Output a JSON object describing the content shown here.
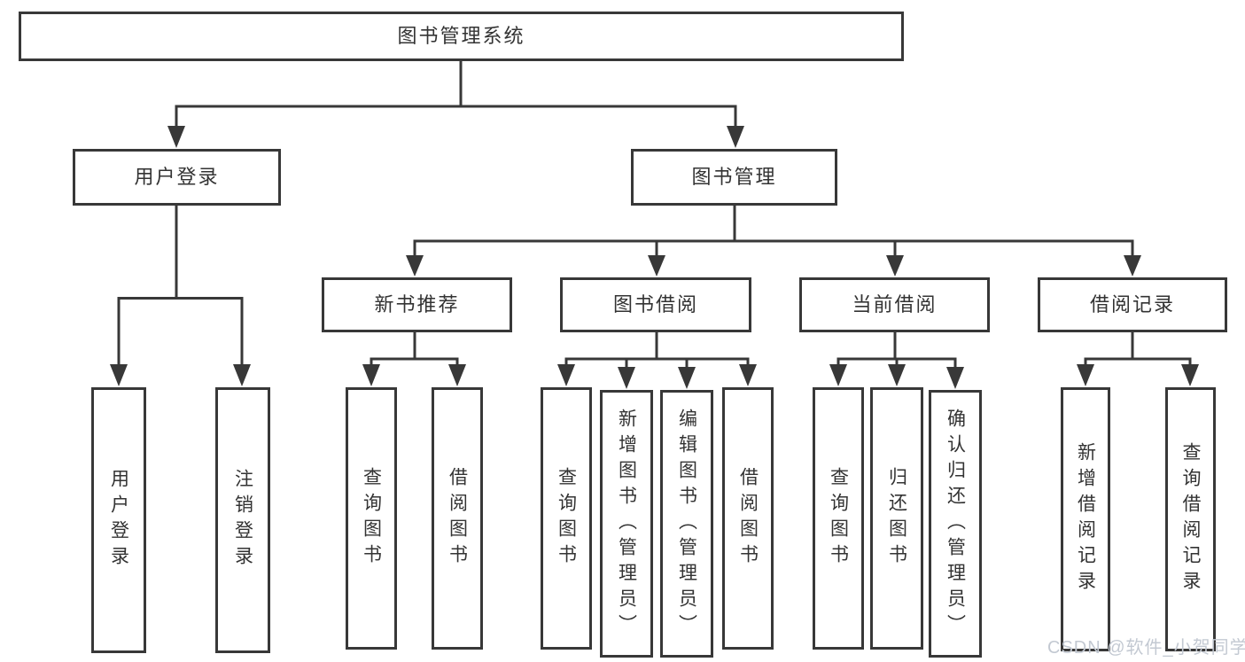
{
  "diagram": {
    "root": "图书管理系统",
    "branches": {
      "user_login": "用户登录",
      "book_management": "图书管理"
    },
    "user_login_children": {
      "login": "用户登录",
      "logout": "注销登录"
    },
    "book_management_children": {
      "new_book_recommend": "新书推荐",
      "book_borrow": "图书借阅",
      "current_borrow": "当前借阅",
      "borrow_record": "借阅记录"
    },
    "new_book_recommend_children": {
      "query_book": "查询图书",
      "borrow_book": "借阅图书"
    },
    "book_borrow_children": {
      "query_book": "查询图书",
      "add_book_admin": "新增图书（管理员）",
      "edit_book_admin": "编辑图书（管理员）",
      "borrow_book": "借阅图书"
    },
    "current_borrow_children": {
      "query_book": "查询图书",
      "return_book": "归还图书",
      "confirm_return_admin": "确认归还（管理员）"
    },
    "borrow_record_children": {
      "add_borrow_record": "新增借阅记录",
      "query_borrow_record": "查询借阅记录"
    }
  },
  "watermark": "CSDN @软件_小贺同学",
  "colors": {
    "line": "#383838",
    "text": "#333333",
    "watermark": "#c3c9d2",
    "background": "#ffffff"
  }
}
